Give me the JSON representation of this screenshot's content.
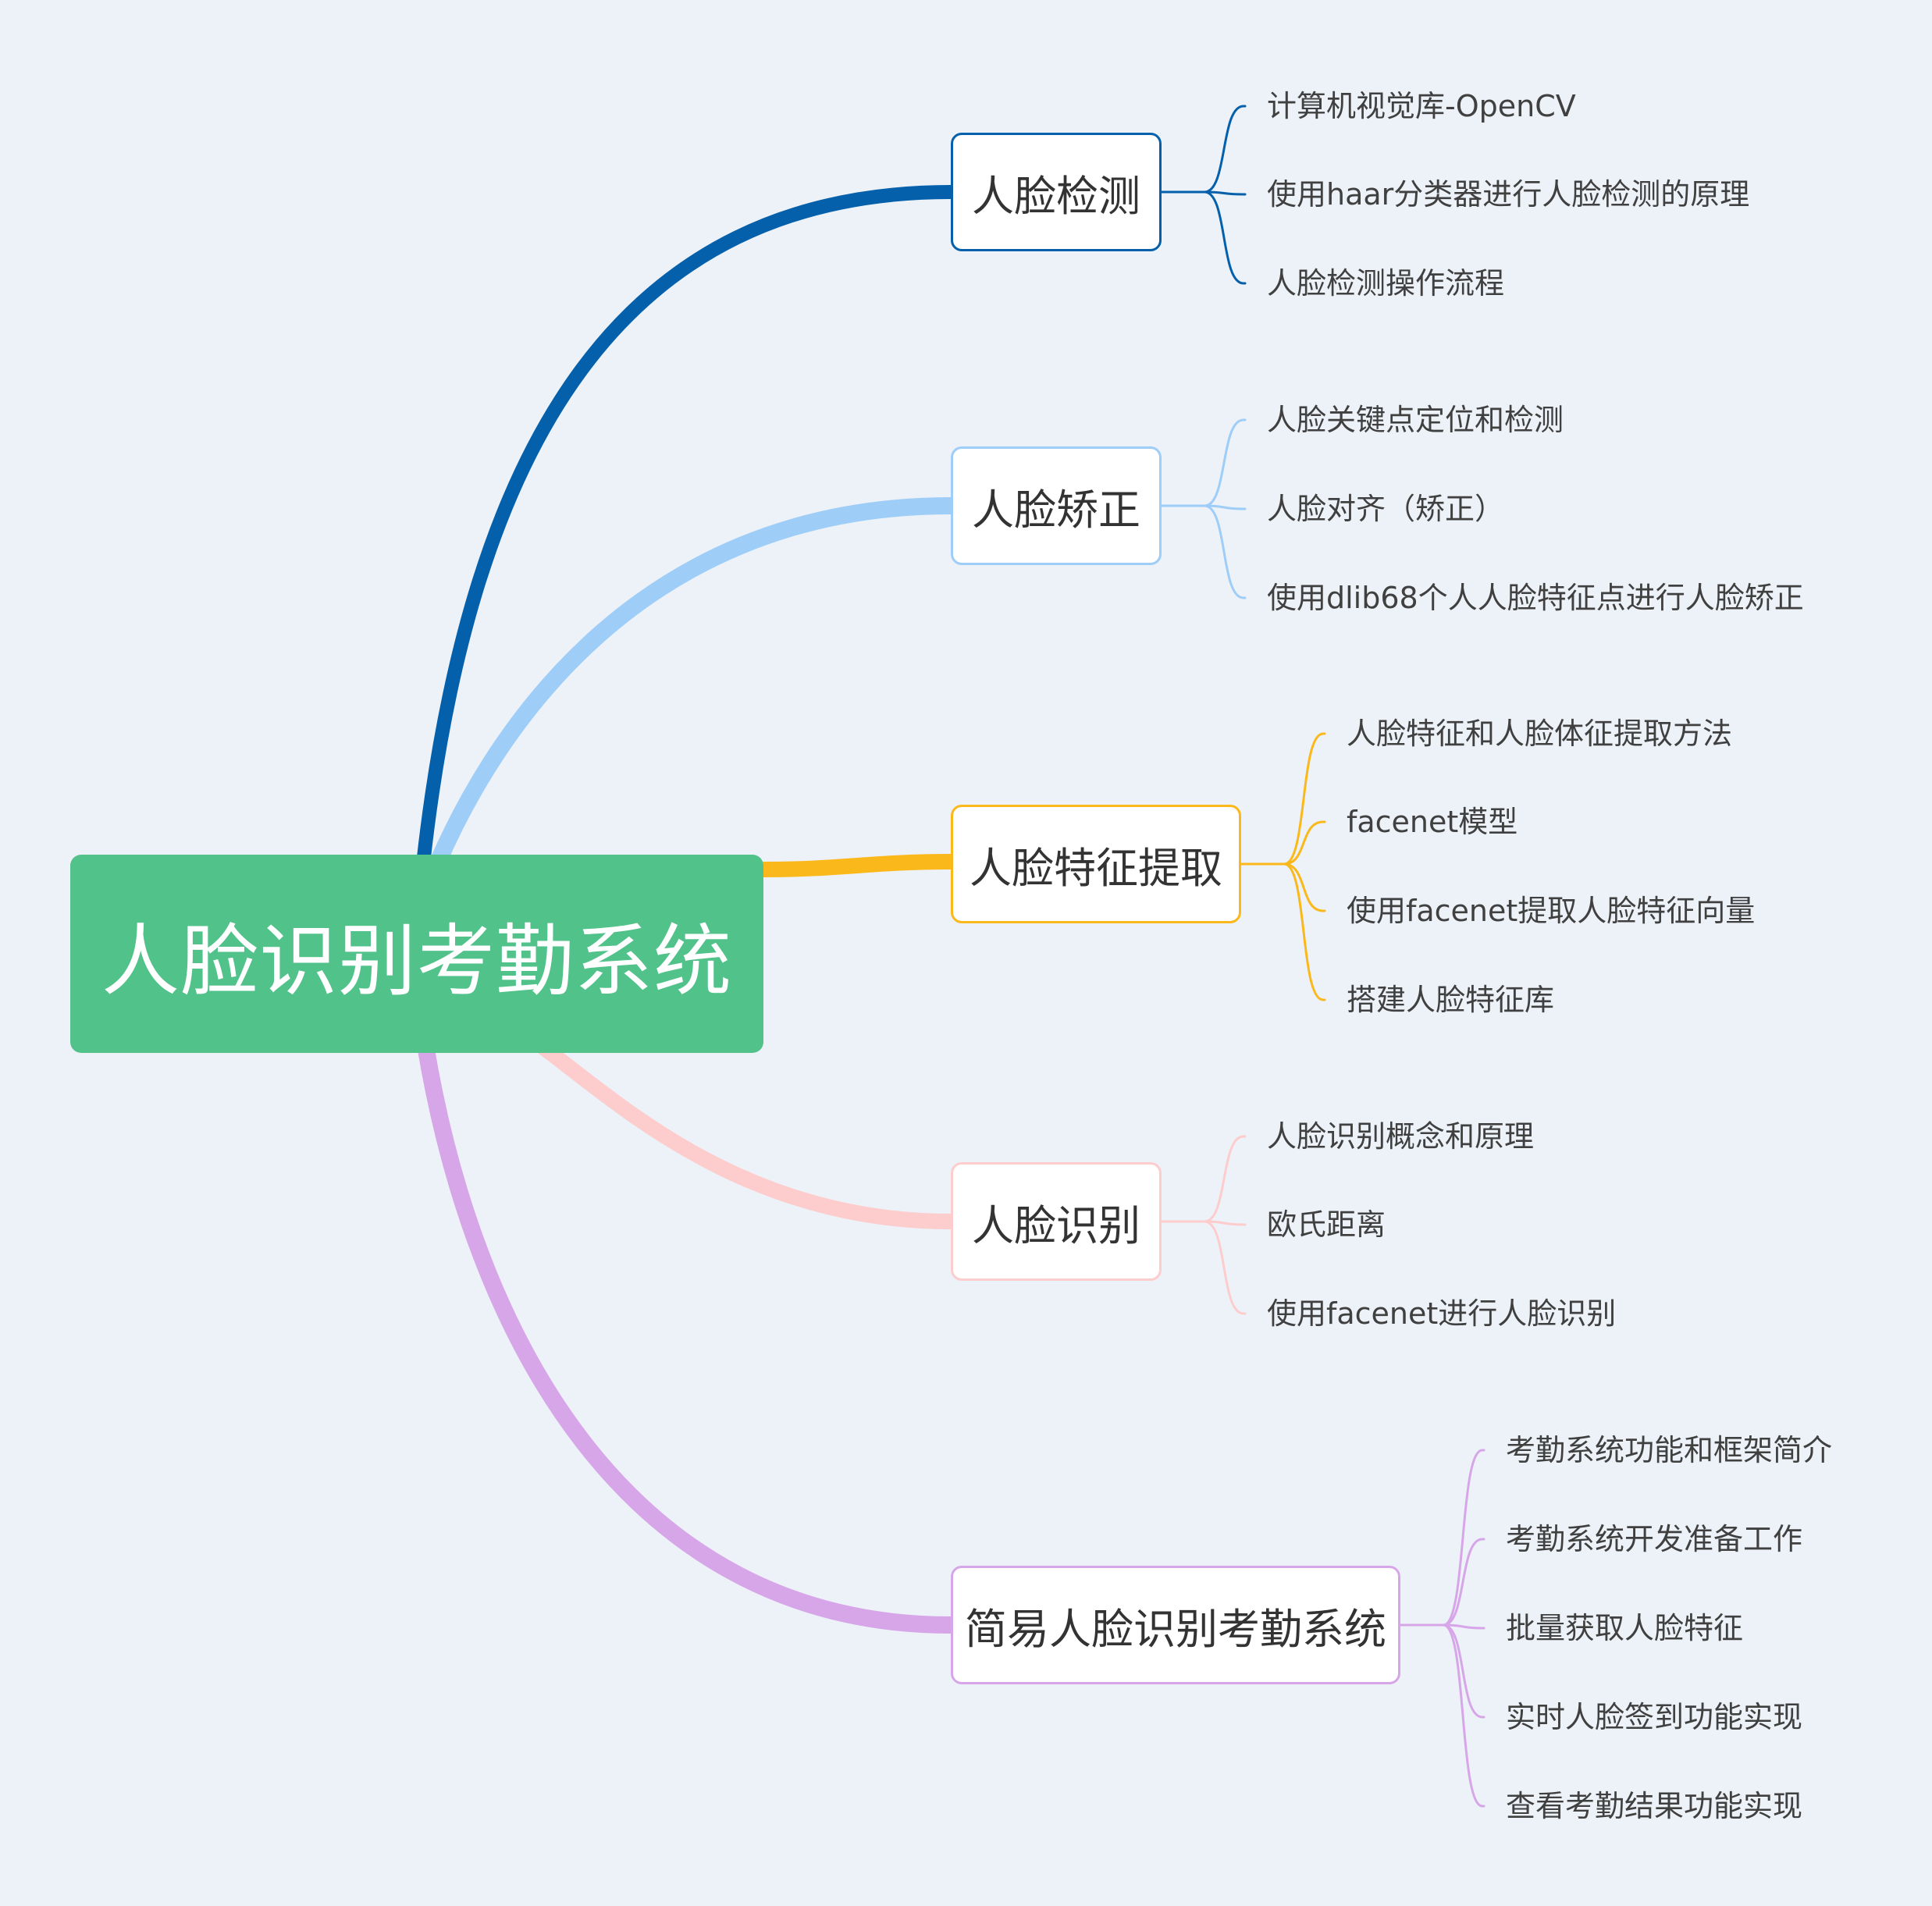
{
  "root": {
    "label": "人脸识别考勤系统",
    "color": "#52c28b"
  },
  "branches": [
    {
      "label": "人脸检测",
      "color": "#0460ab",
      "children": [
        "计算机视觉库-OpenCV",
        "使用haar分类器进行人脸检测的原理",
        "人脸检测操作流程"
      ]
    },
    {
      "label": "人脸矫正",
      "color": "#9ecdf8",
      "children": [
        "人脸关键点定位和检测",
        "人脸对齐（矫正）",
        "使用dlib68个人人脸特征点进行人脸矫正"
      ]
    },
    {
      "label": "人脸特征提取",
      "color": "#fbb81b",
      "children": [
        "人脸特征和人脸体征提取方法",
        "facenet模型",
        "使用facenet提取人脸特征向量",
        "搭建人脸特征库"
      ]
    },
    {
      "label": "人脸识别",
      "color": "#fdcccc",
      "children": [
        "人脸识别概念和原理",
        "欧氏距离",
        "使用facenet进行人脸识别"
      ]
    },
    {
      "label": "简易人脸识别考勤系统",
      "color": "#d7a6e8",
      "children": [
        "考勤系统功能和框架简介",
        "考勤系统开发准备工作",
        "批量获取人脸特征",
        "实时人脸签到功能实现",
        "查看考勤结果功能实现"
      ]
    }
  ]
}
